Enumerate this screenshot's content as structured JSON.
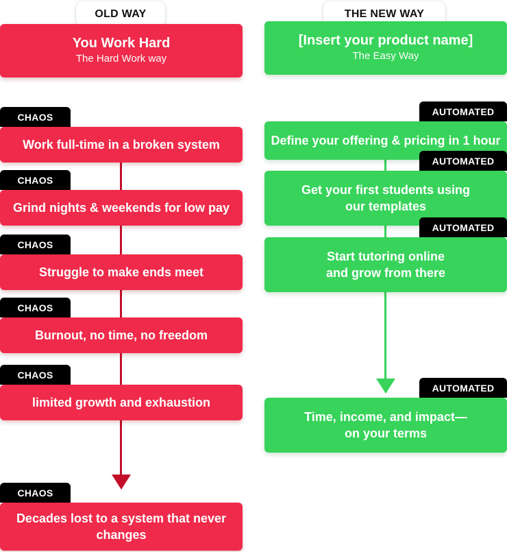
{
  "old_way": {
    "label": "OLD WAY",
    "title": "You Work Hard",
    "subtitle": "The Hard Work way",
    "tag": "CHAOS",
    "steps": [
      "Work full-time in a broken system",
      "Grind nights & weekends for low pay",
      "Struggle to make ends meet",
      "Burnout, no time, no freedom",
      "limited growth and  exhaustion",
      "Decades lost to a system that never changes"
    ],
    "color": "#ef2a4a",
    "line_color": "#c30f2a"
  },
  "new_way": {
    "label": "THE NEW WAY",
    "title": "[Insert your product name]",
    "subtitle": "The Easy Way",
    "tag": "AUTOMATED",
    "steps": [
      "Define your offering & pricing in 1 hour",
      "Get your first students using our templates",
      "Start tutoring online and grow from there",
      "Time, income, and impact— on your terms"
    ],
    "color": "#37d35a"
  }
}
